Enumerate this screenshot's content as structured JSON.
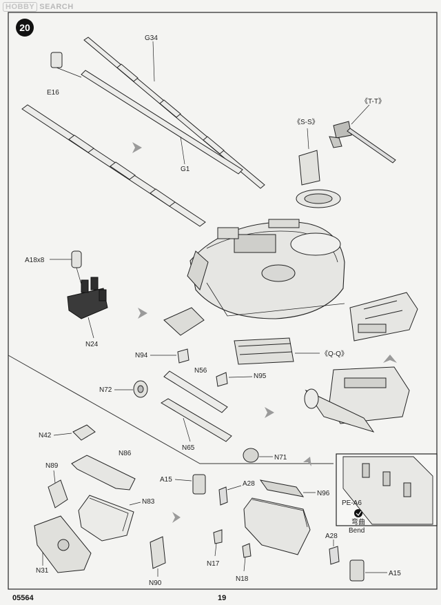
{
  "watermark": {
    "brand": "HOBBY",
    "word": "SEARCH"
  },
  "step": {
    "number": "20"
  },
  "footer": {
    "code": "05564",
    "page": "19"
  },
  "labels": {
    "g34": "G34",
    "e16": "E16",
    "g1": "G1",
    "ss": "《S-S》",
    "tt": "《T-T》",
    "qq": "《Q-Q》",
    "a18x8": "A18x8",
    "n24": "N24",
    "n94": "N94",
    "n56": "N56",
    "n95": "N95",
    "n72": "N72",
    "n65": "N65",
    "n71": "N71",
    "n42": "N42",
    "n86": "N86",
    "n89": "N89",
    "n83": "N83",
    "n31": "N31",
    "n90": "N90",
    "a15a": "A15",
    "a28a": "A28",
    "n96": "N96",
    "n17": "N17",
    "n18": "N18",
    "a28b": "A28",
    "a15b": "A15",
    "pe": "PE-A6",
    "bend_cn": "弯曲",
    "bend": "Bend"
  },
  "colors": {
    "ink": "#1a1a1a",
    "paper": "#f4f4f2",
    "part_fill": "#e9e9e6",
    "dark_part": "#3a3a3a",
    "arrow": "#9a9a9a"
  }
}
